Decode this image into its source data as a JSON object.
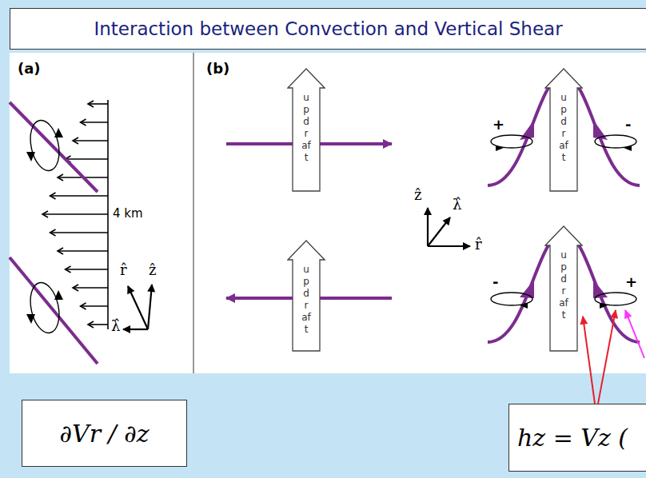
{
  "diagram": {
    "title": "Interaction between Convection and Vertical Shear",
    "nodes": [
      {
        "text": [
          "updraft"
        ]
      },
      {
        "text": [
          "updraft"
        ]
      },
      {
        "text": [
          "updraft"
        ]
      },
      {
        "text": [
          "updraft"
        ]
      },
      {
        "text": [
          "∂Vr / ∂z"
        ]
      },
      {
        "text": [
          "hz = Vz ("
        ]
      }
    ],
    "edges": [
      {
        "from": 5,
        "to": 3,
        "arrow": "to"
      }
    ],
    "labels": [
      "(a)",
      "(b)",
      "4 km",
      "r̂",
      "ẑ",
      "λ̂",
      "ẑ",
      "λ̂",
      "r̂",
      "+",
      "-",
      "-",
      "+"
    ]
  }
}
